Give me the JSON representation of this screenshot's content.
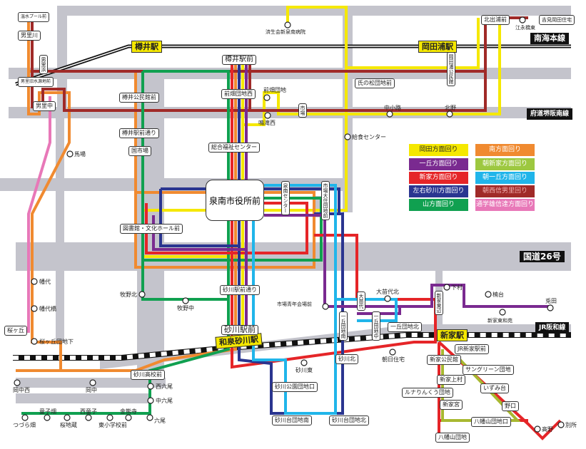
{
  "map": {
    "hub": "泉南市役所前",
    "railways": [
      {
        "label": "南海本線"
      },
      {
        "label": "府道堺阪南線"
      },
      {
        "label": "国道26号"
      },
      {
        "label": "JR阪和線"
      }
    ],
    "stations": [
      {
        "label": "樽井駅"
      },
      {
        "label": "岡田浦駅"
      },
      {
        "label": "新家駅"
      },
      {
        "label": "和泉砂川駅"
      }
    ],
    "boxed_stops": [
      "温水プール前",
      "男里川",
      "男里旧水源地前",
      "男里中",
      "樽井公民館前",
      "樽井駅前通り",
      "国市場",
      "樽井駅前",
      "前畑団地西",
      "総合福祉センター",
      "図書館・文化ホール前",
      "砂川駅前通り",
      "砂川駅前",
      "氏の松団地前",
      "北出浦前",
      "吉見岡田住宅",
      "桜ヶ丘",
      "砂川高校前",
      "砂川北",
      "砂川公園団地口",
      "砂川台団地南",
      "砂川台団地北",
      "一丘団地北",
      "JR新家駅前",
      "新家公民館",
      "サングリーン団地",
      "新家上村",
      "いずみ台",
      "ルナりんくう団地",
      "新家宮",
      "野口",
      "八幡山団地口",
      "八幡山団地"
    ],
    "vertical_stops": [
      "男里浜",
      "市場",
      "岡田浦公民館",
      "泉南センター",
      "市場大住団地前",
      "大苗代",
      "一丘団地南",
      "一丘団地中",
      "新家東辺"
    ],
    "circle_stops": [
      "済生会新泉南病院",
      "前畑団地",
      "鳴滝西",
      "給食センター",
      "中小路",
      "北野",
      "江永橋東",
      "馬場",
      "幡代",
      "幡代橋",
      "桜ヶ丘団地下",
      "牧野北",
      "牧野中",
      "市場青年会場前",
      "大苗代北",
      "下村",
      "楠台",
      "兎田",
      "新家東和苑",
      "砂川東",
      "朝日住宅",
      "岡中西",
      "岡中",
      "西六尾",
      "中六尾",
      "六尾",
      "童子畑",
      "桜地蔵",
      "西童子",
      "東小学校前",
      "金熊寺",
      "つづら畑",
      "高野",
      "別所"
    ]
  },
  "legend": [
    {
      "label": "岡田方面回り",
      "color": "#f5e800",
      "text": "#222"
    },
    {
      "label": "南方面回り",
      "color": "#f08a30",
      "text": "#fff"
    },
    {
      "label": "一丘方面回り",
      "color": "#7a2a90",
      "text": "#fff"
    },
    {
      "label": "朝新家方面回り",
      "color": "#9dc840",
      "text": "#fff"
    },
    {
      "label": "新家方面回り",
      "color": "#e52528",
      "text": "#fff"
    },
    {
      "label": "朝一丘方面回り",
      "color": "#20b5ea",
      "text": "#fff"
    },
    {
      "label": "左右砂川方面回り",
      "color": "#2a3590",
      "text": "#fff"
    },
    {
      "label": "朝西信男里回り",
      "color": "#a02a28",
      "text": "#f3b0b0"
    },
    {
      "label": "山方面回り",
      "color": "#10a050",
      "text": "#fff"
    },
    {
      "label": "通学雄信達方面回り",
      "color": "#e878b8",
      "text": "#fff"
    }
  ],
  "colors": {
    "road": "#c4c4cc",
    "yellow": "#f5e800",
    "orange": "#f08a30",
    "purple": "#7a2a90",
    "olive": "#a8b830",
    "red": "#e52528",
    "cyan": "#20b5ea",
    "navy": "#2a3590",
    "maroon": "#a02a28",
    "green": "#10a050",
    "pink": "#e878b8"
  }
}
